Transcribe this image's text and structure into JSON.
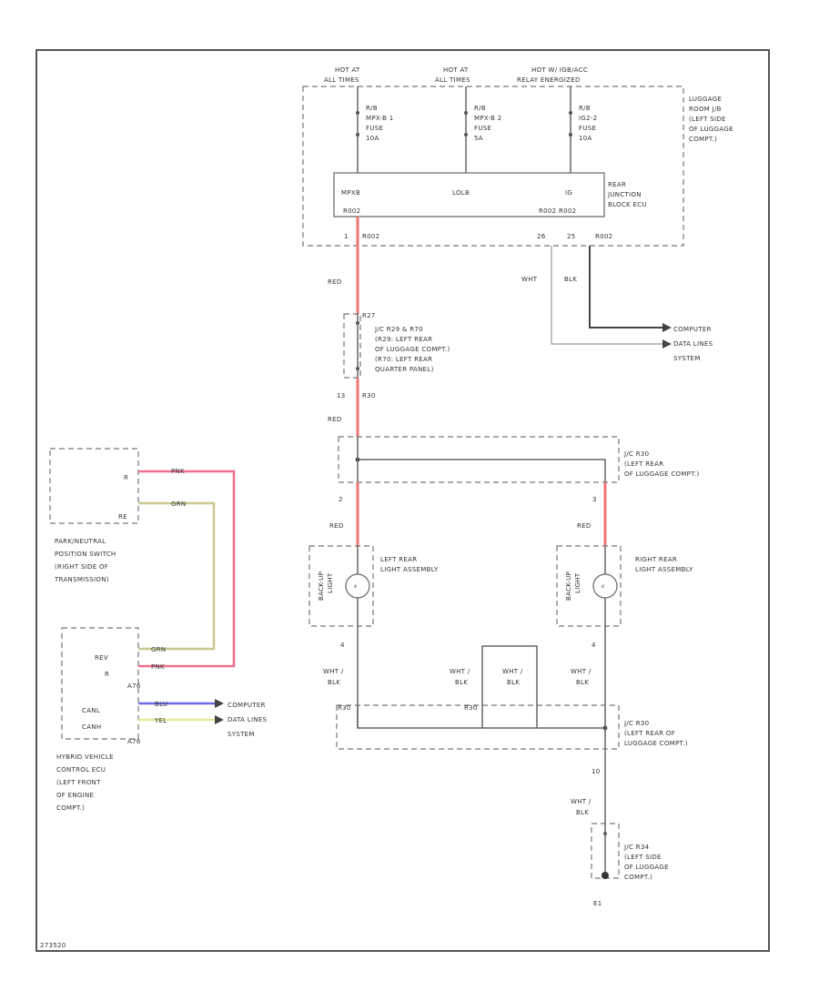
{
  "junction_block": {
    "labels": [
      "LUGGAGE",
      "ROOM J/B",
      "(LEFT SIDE",
      "OF LUGGAGE",
      "COMPT.)"
    ],
    "fuse_sources": [
      {
        "hot": "HOT AT",
        "hot2": "ALL TIMES",
        "fuse": [
          "R/B",
          "MPX-B 1",
          "FUSE",
          "10A"
        ]
      },
      {
        "hot": "HOT AT",
        "hot2": "ALL TIMES",
        "fuse": [
          "R/B",
          "MPX-B 2",
          "FUSE",
          "5A"
        ]
      },
      {
        "hot": "HOT W/ IGB/ACC",
        "hot2": "RELAY ENERGIZED",
        "fuse": [
          "R/B",
          "IG2-2",
          "FUSE",
          "10A"
        ]
      }
    ],
    "ecu_pins": [
      "MPXB",
      "LOLB",
      "IG"
    ],
    "ecu_name": [
      "REAR",
      "JUNCTION",
      "BLOCK ECU"
    ],
    "connector_left": "R002",
    "connector_right": "R002 R002",
    "pin_out": [
      "1",
      "R002",
      "26",
      "25",
      "R002"
    ]
  },
  "wires": {
    "red1": "RED",
    "red2": "RED",
    "red3": "RED",
    "red4": "RED",
    "wht": "WHT",
    "blk": "BLK",
    "pnk": "PNK",
    "grn": "GRN",
    "blu": "BLU",
    "yel": "YEL",
    "whtblk": [
      "WHT /",
      "BLK"
    ]
  },
  "computer_data": [
    "COMPUTER",
    "DATA LINES",
    "SYSTEM"
  ],
  "jc1": {
    "label": [
      "J/C R29 & R70",
      "(R29: LEFT REAR",
      "OF LUGGAGE COMPT.)",
      "(R70: LEFT REAR",
      "QUARTER PANEL)"
    ],
    "pin_top": "R27",
    "pin_bottom": "13",
    "pin_bottom2": "R30"
  },
  "jc2": {
    "label": [
      "J/C R30",
      "(LEFT REAR",
      "OF LUGGAGE COMPT.)"
    ],
    "pin_left": "2",
    "pin_right": "3"
  },
  "lamps": {
    "left": {
      "name": [
        "LEFT REAR",
        "LIGHT ASSEMBLY"
      ],
      "tag": [
        "BACK-UP",
        "LIGHT"
      ],
      "pin": "4"
    },
    "right": {
      "name": [
        "RIGHT REAR",
        "LIGHT ASSEMBLY"
      ],
      "tag": [
        "BACK-UP",
        "LIGHT"
      ],
      "pin": "4"
    }
  },
  "jc3": {
    "label": [
      "J/C R30",
      "(LEFT REAR OF",
      "LUGGAGE COMPT.)"
    ],
    "pins": [
      "R30",
      "R30",
      "10"
    ]
  },
  "jc4": {
    "label": [
      "J/C R34",
      "(LEFT SIDE",
      "OF LUGGAGE",
      "COMPT.)"
    ]
  },
  "ground": "E1",
  "pnsw": {
    "label": [
      "PARK/NEUTRAL",
      "POSITION SWITCH",
      "(RIGHT SIDE OF",
      "TRANSMISSION)"
    ],
    "pins": [
      "R",
      "RE"
    ]
  },
  "hv": {
    "label": [
      "HYBRID VEHICLE",
      "CONTROL ECU",
      "(LEFT FRONT",
      "OF ENGINE",
      "COMPT.)"
    ],
    "pins": [
      "REV",
      "R",
      "A76",
      "CANL",
      "CANH",
      "A76"
    ]
  },
  "diagram_id": "273520"
}
